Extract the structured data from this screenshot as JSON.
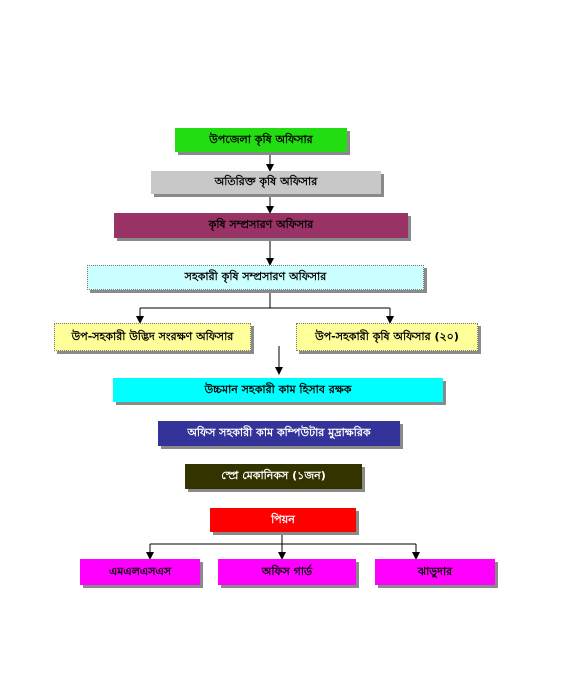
{
  "nodes": [
    {
      "id": "n1",
      "label": "উপজেলা কৃষি অফিসার",
      "bg": "#22dd11",
      "fg": "#000000"
    },
    {
      "id": "n2",
      "label": "অতিরিক্ত কৃষি অফিসার",
      "bg": "#c8c8c8",
      "fg": "#000000"
    },
    {
      "id": "n3",
      "label": "কৃষি সম্প্রসারণ অফিসার",
      "bg": "#993366",
      "fg": "#000000"
    },
    {
      "id": "n4",
      "label": "সহকারী কৃষি সম্প্রসারণ অফিসার",
      "bg": "#ccffff",
      "fg": "#000000"
    },
    {
      "id": "n5",
      "label": "উপ-সহকারী উদ্ভিদ সংরক্ষণ অফিসার",
      "bg": "#ffff99",
      "fg": "#000000"
    },
    {
      "id": "n6",
      "label": "উপ-সহকারী কৃষি অফিসার (২০)",
      "bg": "#ffff99",
      "fg": "#000000"
    },
    {
      "id": "n7",
      "label": "উচ্চমান সহকারী কাম হিসাব রক্ষক",
      "bg": "#00ffff",
      "fg": "#000000"
    },
    {
      "id": "n8",
      "label": "অফিস সহকারী কাম কম্পিউটার মুদ্রাক্ষরিক",
      "bg": "#333399",
      "fg": "#ffffff"
    },
    {
      "id": "n9",
      "label": "স্প্রে মেকানিকস (১জন)",
      "bg": "#333300",
      "fg": "#ffffff"
    },
    {
      "id": "n10",
      "label": "পিয়ন",
      "bg": "#ff0000",
      "fg": "#ffffff"
    },
    {
      "id": "n11",
      "label": "এমএলএসএস",
      "bg": "#ff00ff",
      "fg": "#000000"
    },
    {
      "id": "n12",
      "label": "অফিস গার্ড",
      "bg": "#ff00ff",
      "fg": "#000000"
    },
    {
      "id": "n13",
      "label": "ঝাড়ুদার",
      "bg": "#ff00ff",
      "fg": "#000000"
    }
  ]
}
